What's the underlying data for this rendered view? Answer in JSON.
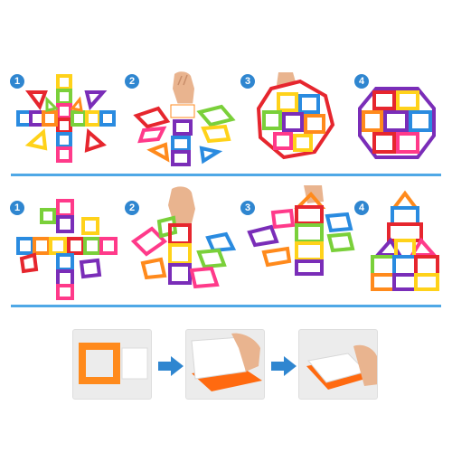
{
  "steps_row_1": [
    {
      "number": "1"
    },
    {
      "number": "2"
    },
    {
      "number": "3"
    },
    {
      "number": "4"
    }
  ],
  "steps_row_2": [
    {
      "number": "1"
    },
    {
      "number": "2"
    },
    {
      "number": "3"
    },
    {
      "number": "4"
    }
  ],
  "colors": {
    "badge": "#2f86d0",
    "divider": "#4fa8e6",
    "arrow": "#2f86d0",
    "red": "#e6262e",
    "orange": "#ff8a1c",
    "yellow": "#ffd21a",
    "green": "#7ad03a",
    "blue": "#2a8be0",
    "purple": "#7a2db8",
    "pink": "#ff3a8a"
  },
  "icons": [
    "hand-icon",
    "arrow-right-icon",
    "magnetic-tile-icon",
    "white-insert-icon"
  ]
}
